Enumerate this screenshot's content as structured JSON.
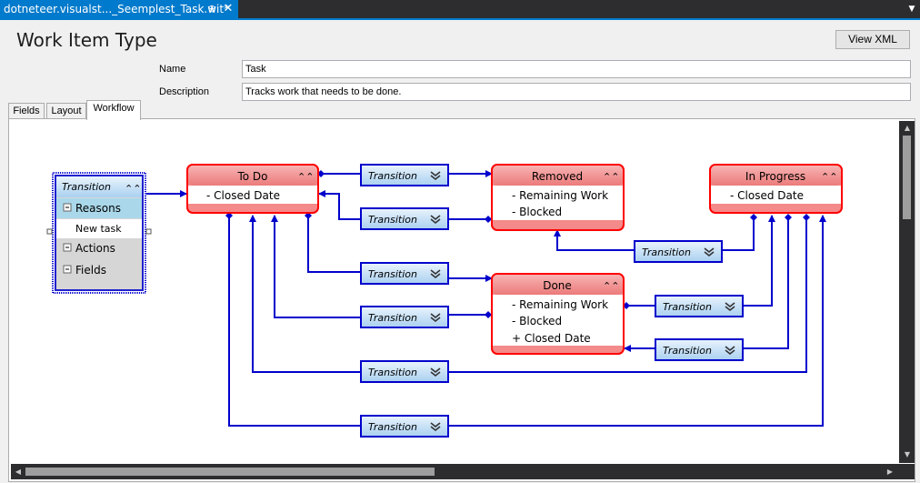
{
  "document_tab": {
    "title": "dotneteer.visualst..._Seemplest_Task.wit*",
    "pin_glyph": "⊕",
    "close_glyph": "✕"
  },
  "page": {
    "title": "Work Item Type",
    "view_xml_label": "View XML"
  },
  "form": {
    "name_label": "Name",
    "name_value": "Task",
    "description_label": "Description",
    "description_value": "Tracks work that needs to be done."
  },
  "tabs": [
    {
      "label": "Fields",
      "active": false
    },
    {
      "label": "Layout",
      "active": false
    },
    {
      "label": "Workflow",
      "active": true
    }
  ],
  "initial_transition": {
    "title": "Transition",
    "sections": [
      {
        "label": "Reasons",
        "items": [
          "New task"
        ]
      },
      {
        "label": "Actions",
        "items": []
      },
      {
        "label": "Fields",
        "items": []
      }
    ]
  },
  "states": [
    {
      "id": "todo",
      "title": "To Do",
      "fields": [
        "- Closed Date"
      ]
    },
    {
      "id": "removed",
      "title": "Removed",
      "fields": [
        "- Remaining Work",
        "- Blocked"
      ]
    },
    {
      "id": "inprogress",
      "title": "In Progress",
      "fields": [
        "- Closed Date"
      ]
    },
    {
      "id": "done",
      "title": "Done",
      "fields": [
        "- Remaining Work",
        "- Blocked",
        "+ Closed Date"
      ]
    }
  ],
  "transition_label": "Transition",
  "colors": {
    "accent": "#007acc",
    "state_border": "#ff0000",
    "state_header": "#f08080",
    "connector": "#0000cc",
    "transition_fill": "#cfe6f8"
  }
}
